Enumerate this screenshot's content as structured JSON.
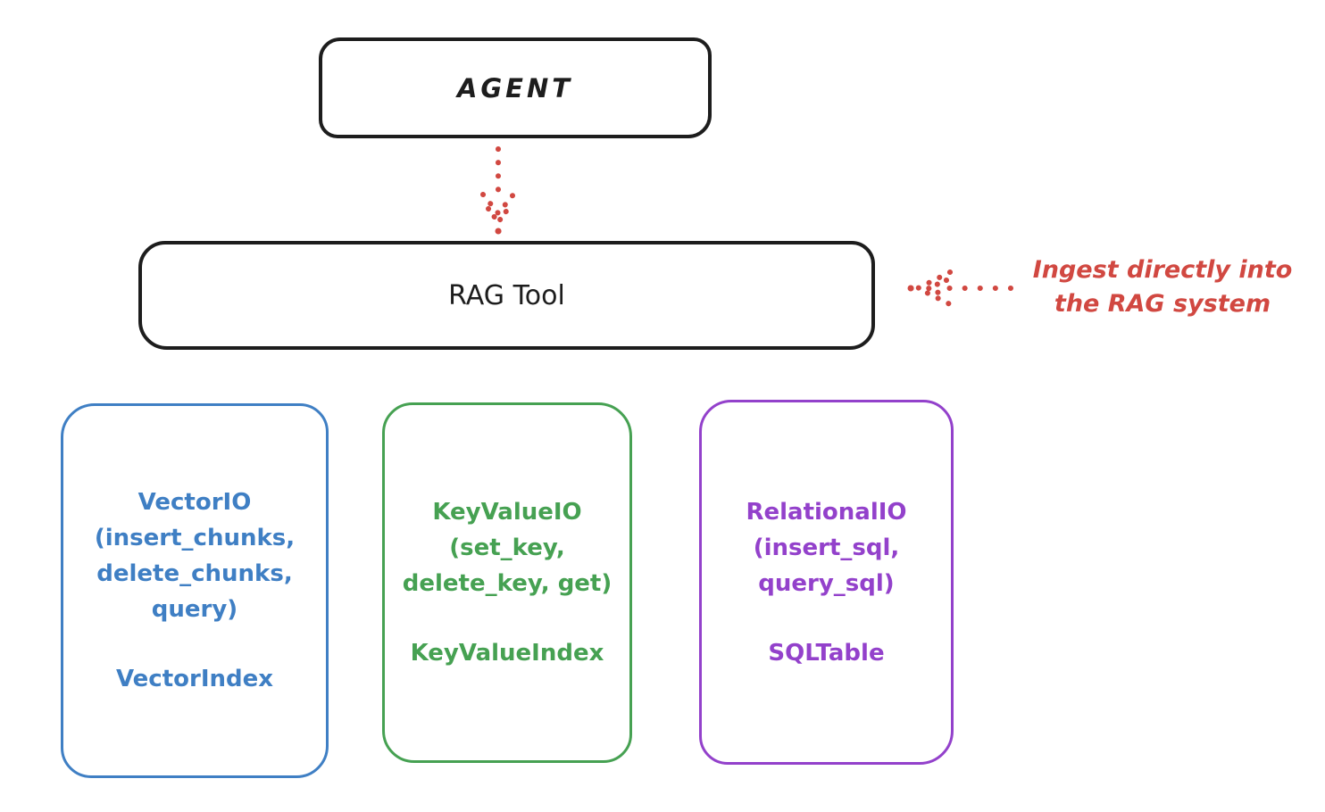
{
  "colors": {
    "ink": "#1d1d1d",
    "accent_red": "#d14841",
    "background": "#ffffff"
  },
  "agent": {
    "label": "AGENT"
  },
  "rag_tool": {
    "label": "RAG Tool"
  },
  "annotation": {
    "line1": "Ingest directly into",
    "line2": "the RAG system"
  },
  "arrows": [
    {
      "name": "agent-to-rag-tool",
      "style": "dotted",
      "direction": "down"
    },
    {
      "name": "ingest-into-rag",
      "style": "dotted",
      "direction": "left"
    }
  ],
  "backends": [
    {
      "io_lines": [
        "VectorIO",
        "(insert_chunks,",
        "delete_chunks,",
        "query)"
      ],
      "index_label": "VectorIndex",
      "color": "#3f7fc4"
    },
    {
      "io_lines": [
        "KeyValueIO",
        "(set_key,",
        "delete_key, get)"
      ],
      "index_label": "KeyValueIndex",
      "color": "#46a152"
    },
    {
      "io_lines": [
        "RelationalIO",
        "(insert_sql,",
        "query_sql)"
      ],
      "index_label": "SQLTable",
      "color": "#9341cb"
    }
  ]
}
